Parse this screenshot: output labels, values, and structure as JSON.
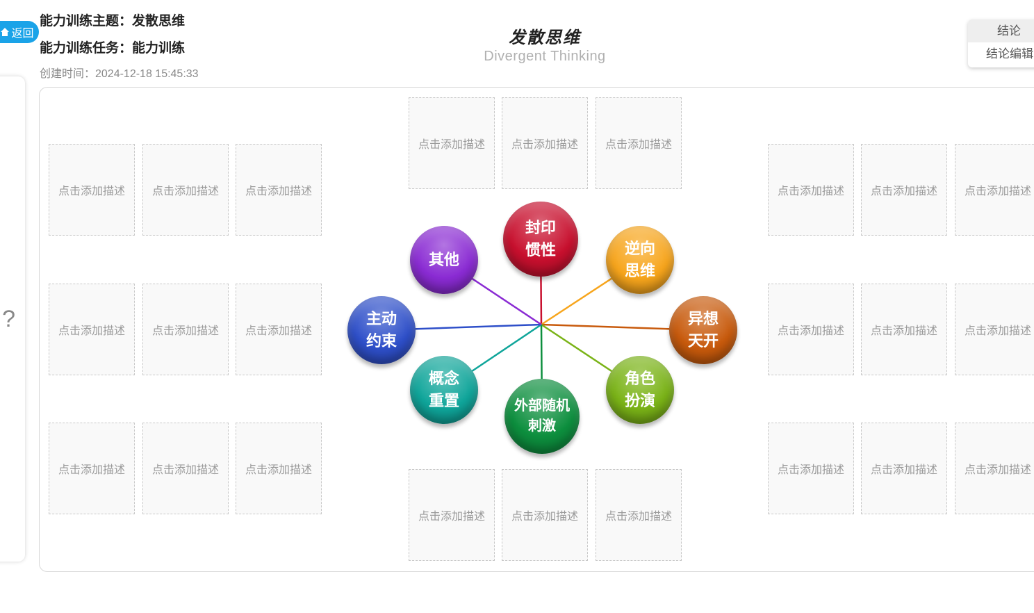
{
  "header": {
    "back_label": "返回",
    "topic": "能力训练主题：发散思维",
    "task": "能力训练任务：能力训练",
    "created": "创建时间：2024-12-18 15:45:33",
    "title": "发散思维",
    "subtitle": "Divergent Thinking"
  },
  "side_panel": {
    "help_glyph": "?"
  },
  "right_menu": {
    "items": [
      "结论",
      "结论编辑"
    ]
  },
  "card_placeholder": "点击添加描述",
  "mindmap": {
    "nodes": [
      {
        "id": "inertia",
        "label": "封印\n惯性",
        "color": "#c8102e"
      },
      {
        "id": "reverse",
        "label": "逆向\n思维",
        "color": "#f7a51c"
      },
      {
        "id": "whimsy",
        "label": "异想\n天开",
        "color": "#c85a0c"
      },
      {
        "id": "roleplay",
        "label": "角色\n扮演",
        "color": "#7ab317"
      },
      {
        "id": "random",
        "label": "外部随机\n刺激",
        "color": "#0d8f3e"
      },
      {
        "id": "concept",
        "label": "概念\n重置",
        "color": "#0fa59a"
      },
      {
        "id": "constraint",
        "label": "主动\n约束",
        "color": "#2e4fc9"
      },
      {
        "id": "other",
        "label": "其他",
        "color": "#8a2bd3"
      }
    ]
  }
}
